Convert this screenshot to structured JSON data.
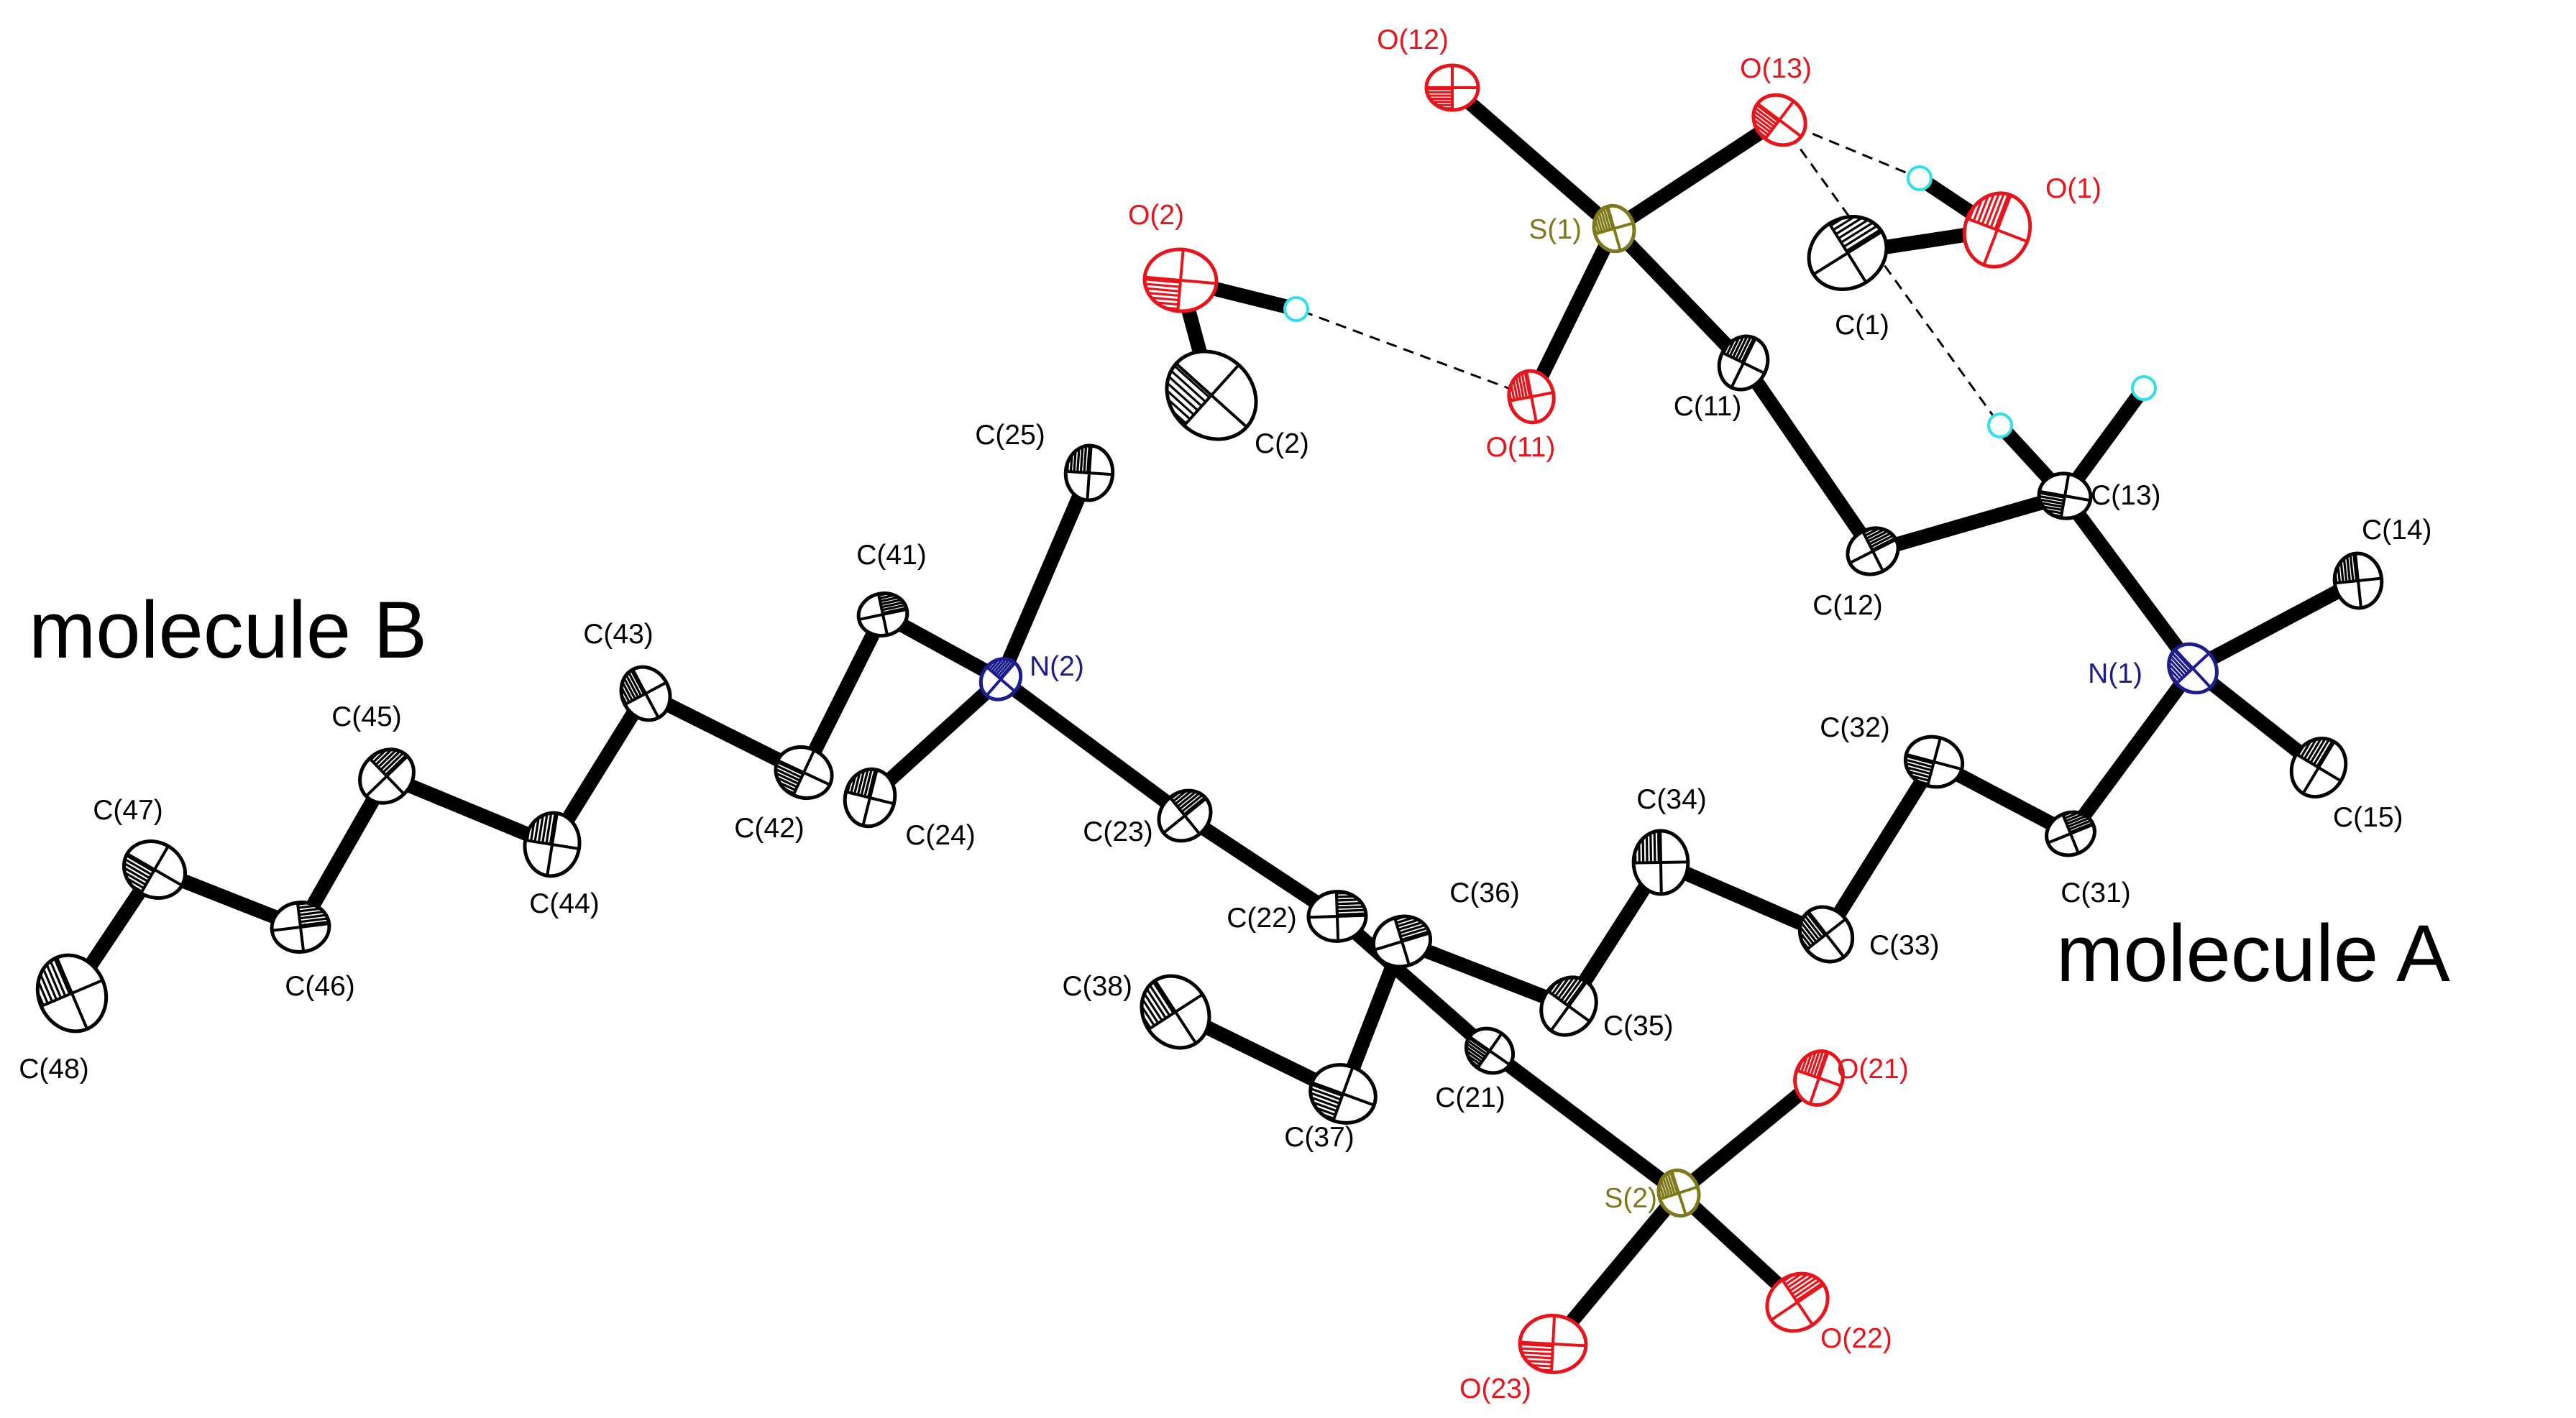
{
  "diagram": {
    "molecule_labels": [
      {
        "id": "B",
        "text": "molecule B"
      },
      {
        "id": "A",
        "text": "molecule A"
      }
    ],
    "colors": {
      "carbon": "#000000",
      "oxygen": "#e8141c",
      "sulfur": "#7e7a1a",
      "nitrogen": "#1c1c8c",
      "hydrogen": "#2ee0ec",
      "bond": "#000000"
    },
    "atoms": [
      {
        "id": "O12",
        "label": "O(12)",
        "element": "O"
      },
      {
        "id": "O13",
        "label": "O(13)",
        "element": "O"
      },
      {
        "id": "S1",
        "label": "S(1)",
        "element": "S"
      },
      {
        "id": "O1",
        "label": "O(1)",
        "element": "O"
      },
      {
        "id": "C1",
        "label": "C(1)",
        "element": "C"
      },
      {
        "id": "O2",
        "label": "O(2)",
        "element": "O"
      },
      {
        "id": "C2",
        "label": "C(2)",
        "element": "C"
      },
      {
        "id": "O11",
        "label": "O(11)",
        "element": "O"
      },
      {
        "id": "C11",
        "label": "C(11)",
        "element": "C"
      },
      {
        "id": "C12",
        "label": "C(12)",
        "element": "C"
      },
      {
        "id": "C13",
        "label": "C(13)",
        "element": "C"
      },
      {
        "id": "N1",
        "label": "N(1)",
        "element": "N"
      },
      {
        "id": "C14",
        "label": "C(14)",
        "element": "C"
      },
      {
        "id": "C15",
        "label": "C(15)",
        "element": "C"
      },
      {
        "id": "C31",
        "label": "C(31)",
        "element": "C"
      },
      {
        "id": "C32",
        "label": "C(32)",
        "element": "C"
      },
      {
        "id": "C33",
        "label": "C(33)",
        "element": "C"
      },
      {
        "id": "C34",
        "label": "C(34)",
        "element": "C"
      },
      {
        "id": "C35",
        "label": "C(35)",
        "element": "C"
      },
      {
        "id": "C36",
        "label": "C(36)",
        "element": "C"
      },
      {
        "id": "C37",
        "label": "C(37)",
        "element": "C"
      },
      {
        "id": "C38",
        "label": "C(38)",
        "element": "C"
      },
      {
        "id": "C25",
        "label": "C(25)",
        "element": "C"
      },
      {
        "id": "N2",
        "label": "N(2)",
        "element": "N"
      },
      {
        "id": "C41",
        "label": "C(41)",
        "element": "C"
      },
      {
        "id": "C42",
        "label": "C(42)",
        "element": "C"
      },
      {
        "id": "C43",
        "label": "C(43)",
        "element": "C"
      },
      {
        "id": "C44",
        "label": "C(44)",
        "element": "C"
      },
      {
        "id": "C45",
        "label": "C(45)",
        "element": "C"
      },
      {
        "id": "C46",
        "label": "C(46)",
        "element": "C"
      },
      {
        "id": "C47",
        "label": "C(47)",
        "element": "C"
      },
      {
        "id": "C48",
        "label": "C(48)",
        "element": "C"
      },
      {
        "id": "C24",
        "label": "C(24)",
        "element": "C"
      },
      {
        "id": "C23",
        "label": "C(23)",
        "element": "C"
      },
      {
        "id": "C22",
        "label": "C(22)",
        "element": "C"
      },
      {
        "id": "C21",
        "label": "C(21)",
        "element": "C"
      },
      {
        "id": "S2",
        "label": "S(2)",
        "element": "S"
      },
      {
        "id": "O21",
        "label": "O(21)",
        "element": "O"
      },
      {
        "id": "O22",
        "label": "O(22)",
        "element": "O"
      },
      {
        "id": "O23",
        "label": "O(23)",
        "element": "O"
      },
      {
        "id": "H1",
        "label": "",
        "element": "H"
      },
      {
        "id": "H2",
        "label": "",
        "element": "H"
      },
      {
        "id": "H13a",
        "label": "",
        "element": "H"
      },
      {
        "id": "H13b",
        "label": "",
        "element": "H"
      }
    ],
    "bonds": [
      [
        "S1",
        "O12"
      ],
      [
        "S1",
        "O13"
      ],
      [
        "S1",
        "O11"
      ],
      [
        "S1",
        "C11"
      ],
      [
        "C11",
        "C12"
      ],
      [
        "C12",
        "C13"
      ],
      [
        "C13",
        "N1"
      ],
      [
        "C13",
        "H13a"
      ],
      [
        "C13",
        "H13b"
      ],
      [
        "N1",
        "C14"
      ],
      [
        "N1",
        "C15"
      ],
      [
        "N1",
        "C31"
      ],
      [
        "C31",
        "C32"
      ],
      [
        "C32",
        "C33"
      ],
      [
        "C33",
        "C34"
      ],
      [
        "C34",
        "C35"
      ],
      [
        "C35",
        "C36"
      ],
      [
        "C36",
        "C37"
      ],
      [
        "C37",
        "C38"
      ],
      [
        "C1",
        "O1"
      ],
      [
        "O1",
        "H1"
      ],
      [
        "O2",
        "C2"
      ],
      [
        "O2",
        "H2"
      ],
      [
        "N2",
        "C25"
      ],
      [
        "N2",
        "C41"
      ],
      [
        "N2",
        "C24"
      ],
      [
        "N2",
        "C23"
      ],
      [
        "C41",
        "C42"
      ],
      [
        "C42",
        "C43"
      ],
      [
        "C43",
        "C44"
      ],
      [
        "C44",
        "C45"
      ],
      [
        "C45",
        "C46"
      ],
      [
        "C46",
        "C47"
      ],
      [
        "C47",
        "C48"
      ],
      [
        "C23",
        "C22"
      ],
      [
        "C22",
        "C21"
      ],
      [
        "C21",
        "S2"
      ],
      [
        "S2",
        "O21"
      ],
      [
        "S2",
        "O22"
      ],
      [
        "S2",
        "O23"
      ]
    ],
    "hydrogen_bonds": [
      [
        "O13",
        "H1"
      ],
      [
        "O11",
        "H2"
      ],
      [
        "O13",
        "H13a"
      ]
    ]
  }
}
